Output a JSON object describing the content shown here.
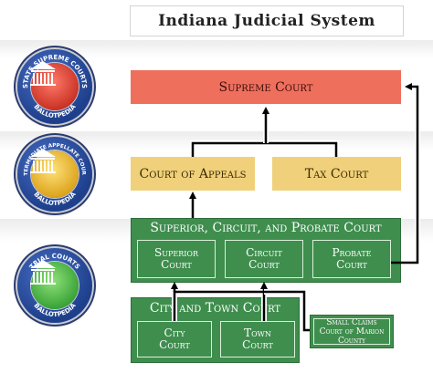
{
  "title": "Indiana Judicial System",
  "seals": {
    "supreme": {
      "text": "STATE SUPREME COURTS",
      "bottom": "BALLOTPEDIA",
      "color": "red"
    },
    "appellate": {
      "text": "INTERMEDIATE APPELLATE COURTS",
      "bottom": "BALLOTPEDIA",
      "color": "yellow"
    },
    "trial": {
      "text": "TRIAL COURTS",
      "bottom": "BALLOTPEDIA",
      "color": "green"
    }
  },
  "courts": {
    "supreme": "Supreme Court",
    "appeals": "Court of Appeals",
    "tax": "Tax Court",
    "superior_group": "Superior, Circuit, and Probate Court",
    "superior": "Superior Court",
    "circuit": "Circuit Court",
    "probate": "Probate Court",
    "city_town_group": "City and Town Court",
    "city": "City Court",
    "town": "Town Court",
    "small_claims": "Small Claims Court of Marion County"
  },
  "colors": {
    "supreme": "#ef6f5d",
    "appellate": "#f0d07a",
    "trial": "#3f8e4e"
  }
}
